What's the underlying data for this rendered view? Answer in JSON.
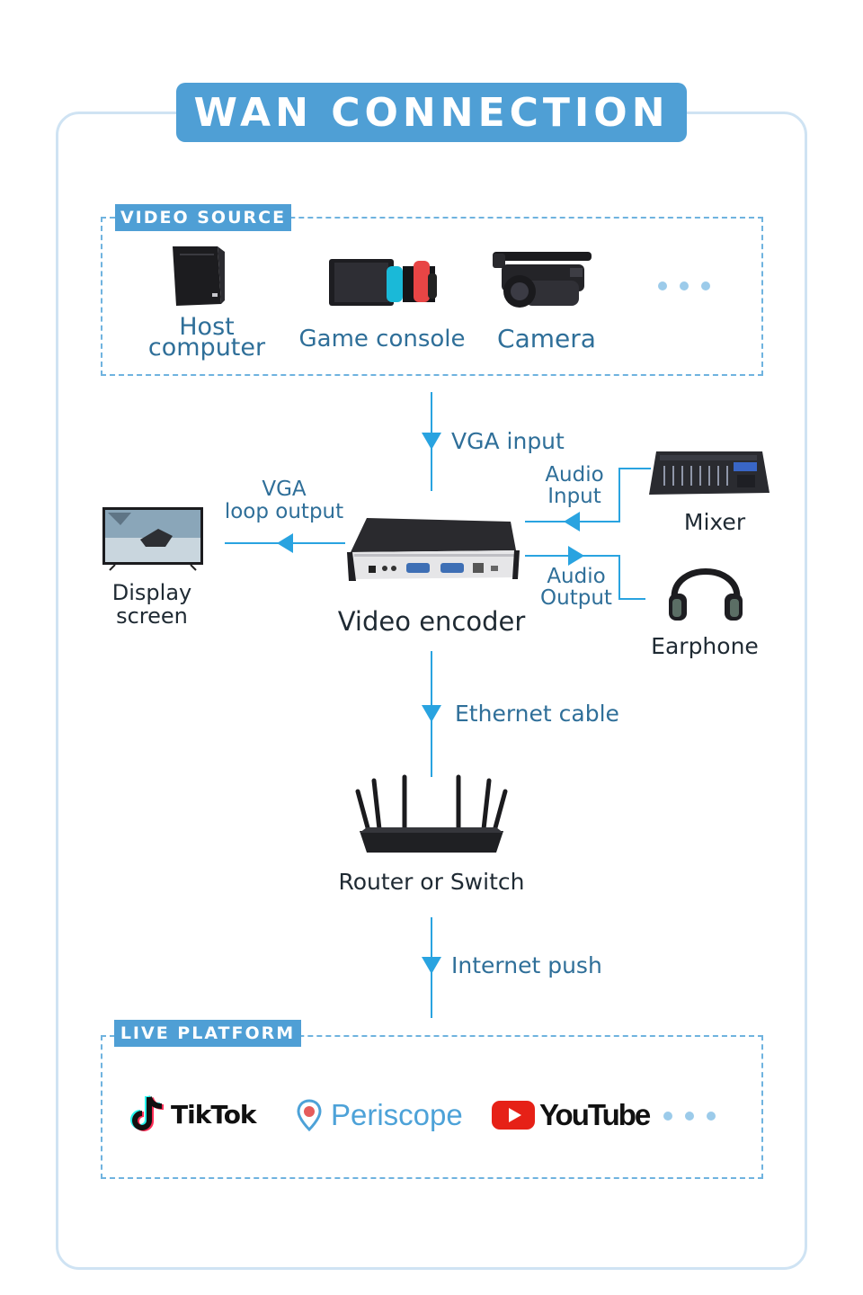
{
  "title": "WAN CONNECTION",
  "video_source": {
    "tag": "VIDEO SOURCE",
    "items": [
      {
        "label_line1": "Host",
        "label_line2": "computer",
        "icon": "host-computer-icon"
      },
      {
        "label": "Game console",
        "icon": "game-console-icon"
      },
      {
        "label": "Camera",
        "icon": "camera-icon"
      }
    ]
  },
  "flow": {
    "vga_input": "VGA input",
    "vga_loop_line1": "VGA",
    "vga_loop_line2": "loop output",
    "audio_input_line1": "Audio",
    "audio_input_line2": "Input",
    "audio_output_line1": "Audio",
    "audio_output_line2": "Output",
    "ethernet": "Ethernet cable",
    "internet": "Internet push"
  },
  "devices": {
    "display_line1": "Display",
    "display_line2": "screen",
    "encoder": "Video encoder",
    "mixer": "Mixer",
    "earphone": "Earphone",
    "router": "Router or Switch"
  },
  "live_platform": {
    "tag": "LIVE PLATFORM",
    "tiktok": "TikTok",
    "periscope": "Periscope",
    "youtube": "YouTube"
  },
  "colors": {
    "accent": "#4f9fd5",
    "arrow": "#29a3e0",
    "dashed": "#6fb3df",
    "youtube_red": "#e62117"
  }
}
